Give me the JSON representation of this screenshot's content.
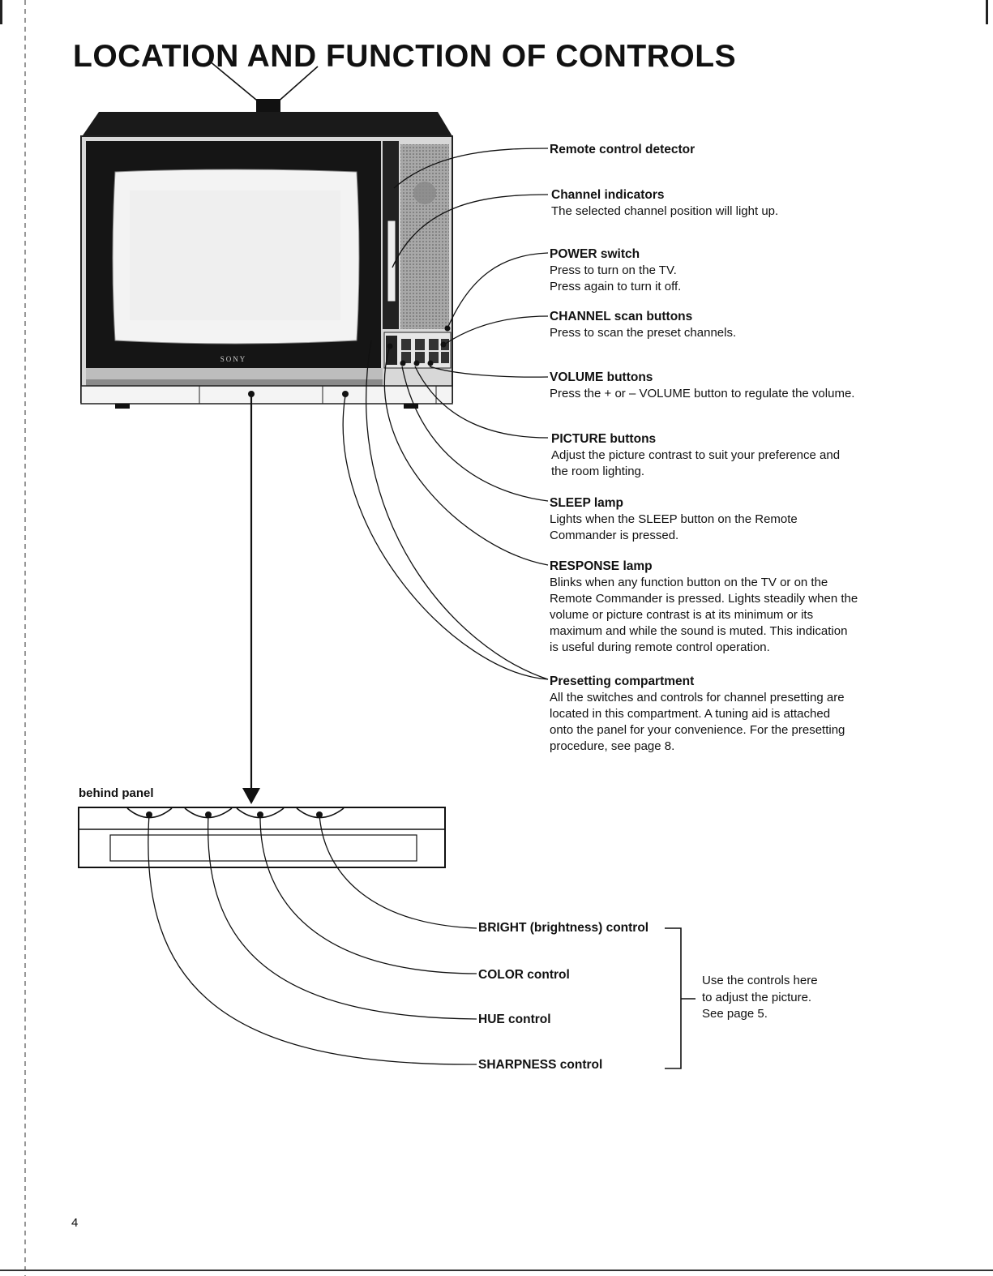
{
  "title": "LOCATION AND FUNCTION OF CONTROLS",
  "tv_brand": "SONY",
  "labels": [
    {
      "head": "Remote control detector",
      "body": ""
    },
    {
      "head": "Channel indicators",
      "body": "The selected channel position will light up."
    },
    {
      "head": "POWER switch",
      "body": "Press to turn on the TV.\nPress again to turn it off."
    },
    {
      "head": "CHANNEL scan buttons",
      "body": "Press to scan the preset channels."
    },
    {
      "head": "VOLUME buttons",
      "body": "Press the + or – VOLUME button to regulate the volume."
    },
    {
      "head": "PICTURE buttons",
      "body": "Adjust the picture contrast to suit your preference and\nthe room lighting."
    },
    {
      "head": "SLEEP lamp",
      "body": "Lights when the SLEEP button on the Remote\nCommander is pressed."
    },
    {
      "head": "RESPONSE lamp",
      "body": "Blinks when any function button on the TV or on the\nRemote Commander is pressed. Lights steadily when the\nvolume or picture contrast is at its minimum or its\nmaximum and while the sound is muted. This indication\nis useful during remote control operation."
    },
    {
      "head": "Presetting compartment",
      "body": "All the switches and controls for channel presetting are\nlocated in this compartment. A tuning aid is attached\nonto the panel for your convenience. For the presetting\nprocedure, see page 8."
    }
  ],
  "behind_panel": "behind panel",
  "controls": [
    "BRIGHT (brightness) control",
    "COLOR control",
    "HUE control",
    "SHARPNESS control"
  ],
  "controls_note": "Use the controls here\nto adjust the picture.\nSee page 5.",
  "page_number": "4"
}
